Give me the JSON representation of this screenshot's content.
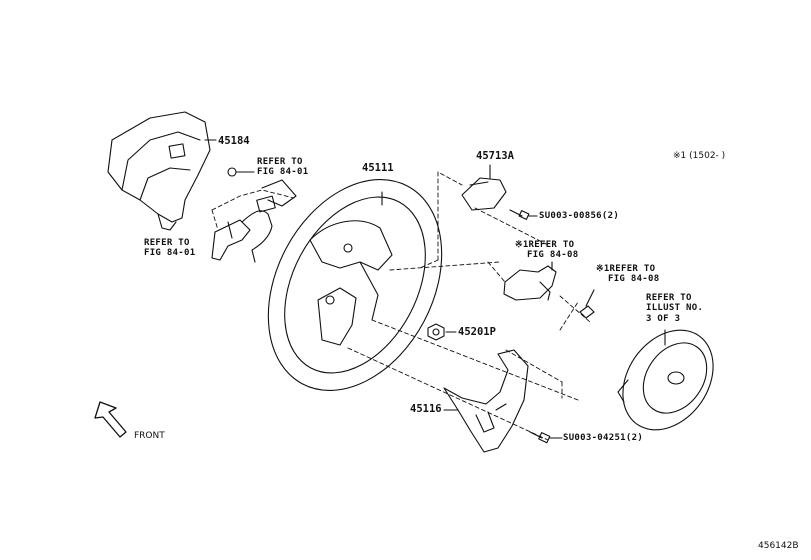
{
  "parts": {
    "p45184": "45184",
    "p45111": "45111",
    "p45713a": "45713A",
    "p45201p": "45201P",
    "p45116": "45116",
    "screw_upper": "SU003-00856(2)",
    "screw_lower": "SU003-04251(2)"
  },
  "notes": {
    "refer_to": "REFER TO",
    "fig_84_01": "FIG 84-01",
    "refer_to_marked": "※1REFER TO",
    "fig_84_08": "FIG 84-08",
    "illust_no": "ILLUST NO.",
    "three_of_three": "3 OF 3",
    "footnote": "※1 (1502-    )"
  },
  "front_label": "FRONT",
  "drawing_number": "456142B"
}
